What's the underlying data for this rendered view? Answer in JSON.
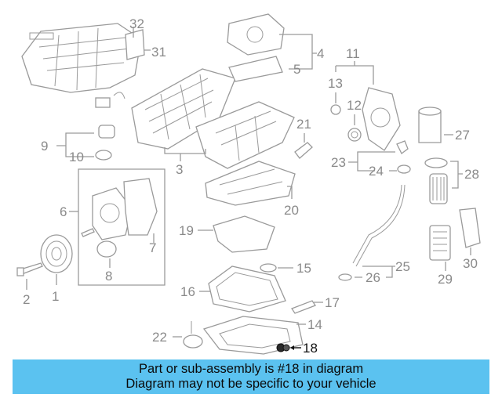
{
  "callouts": {
    "c1": "1",
    "c2": "2",
    "c3": "3",
    "c4": "4",
    "c5": "5",
    "c6": "6",
    "c7": "7",
    "c8": "8",
    "c9": "9",
    "c10": "10",
    "c11": "11",
    "c12": "12",
    "c13": "13",
    "c14": "14",
    "c15": "15",
    "c16": "16",
    "c17": "17",
    "c18": "18",
    "c19": "19",
    "c20": "20",
    "c21": "21",
    "c22": "22",
    "c23": "23",
    "c24": "24",
    "c25": "25",
    "c26": "26",
    "c27": "27",
    "c28": "28",
    "c29": "29",
    "c30": "30",
    "c31": "31",
    "c32": "32"
  },
  "highlighted_part": "18",
  "colors": {
    "banner": "#5bc2f0",
    "line": "#9a9a9a",
    "label": "#8a8a8a",
    "highlight": "#111111"
  },
  "banner": {
    "line1": "Part or sub-assembly is #18 in diagram",
    "line2": "Diagram may not be specific to your vehicle"
  }
}
